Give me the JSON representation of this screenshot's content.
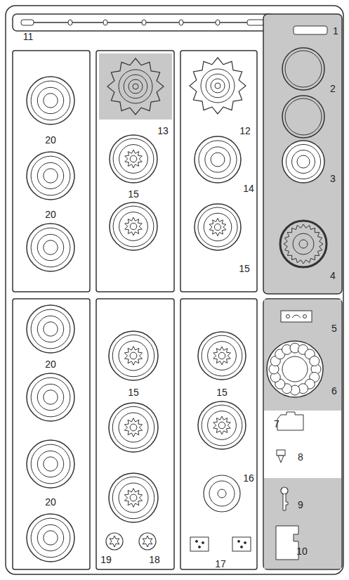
{
  "diagram": {
    "labels": [
      "11",
      "1",
      "20",
      "20",
      "13",
      "15",
      "12",
      "14",
      "15",
      "2",
      "3",
      "4",
      "20",
      "20",
      "15",
      "15",
      "5",
      "6",
      "7",
      "8",
      "16",
      "9",
      "19",
      "18",
      "17",
      "10"
    ]
  }
}
